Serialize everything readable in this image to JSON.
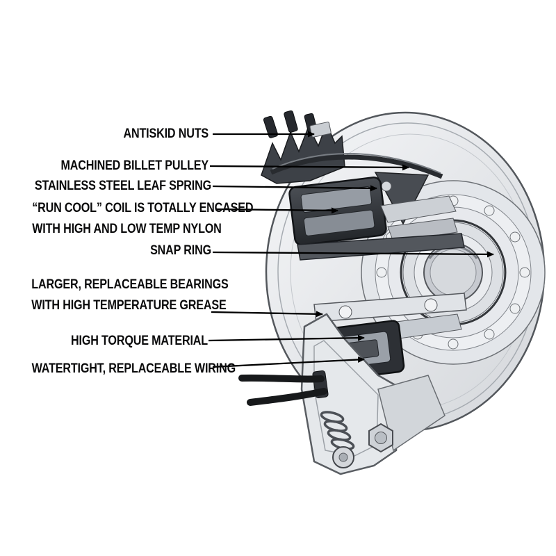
{
  "figure": {
    "type": "technical-cutaway-diagram",
    "subject": "Electric PTO clutch assembly, cutaway view with part callouts",
    "background": "#ffffff"
  },
  "colors": {
    "label_text": "#0a0a0b",
    "leader_line": "#000000",
    "metal_light": "#e9ebee",
    "metal_mid": "#c9cdd2",
    "metal_dark": "#3a3e44",
    "wire_black": "#17191b"
  },
  "callouts": [
    {
      "id": "antiskid-nuts",
      "lines": [
        "ANTISKID NUTS"
      ]
    },
    {
      "id": "machined-billet-pulley",
      "lines": [
        "MACHINED BILLET PULLEY"
      ]
    },
    {
      "id": "leaf-spring",
      "lines": [
        "STAINLESS STEEL LEAF SPRING"
      ]
    },
    {
      "id": "run-cool-coil",
      "lines": [
        "“RUN COOL” COIL IS TOTALLY ENCASED",
        "WITH HIGH AND LOW TEMP NYLON"
      ]
    },
    {
      "id": "snap-ring",
      "lines": [
        "SNAP RING"
      ]
    },
    {
      "id": "bearings",
      "lines": [
        "LARGER, REPLACEABLE BEARINGS",
        "WITH HIGH TEMPERATURE GREASE"
      ]
    },
    {
      "id": "high-torque-material",
      "lines": [
        "HIGH TORQUE MATERIAL"
      ]
    },
    {
      "id": "wiring",
      "lines": [
        "WATERTIGHT, REPLACEABLE WIRING"
      ]
    }
  ]
}
